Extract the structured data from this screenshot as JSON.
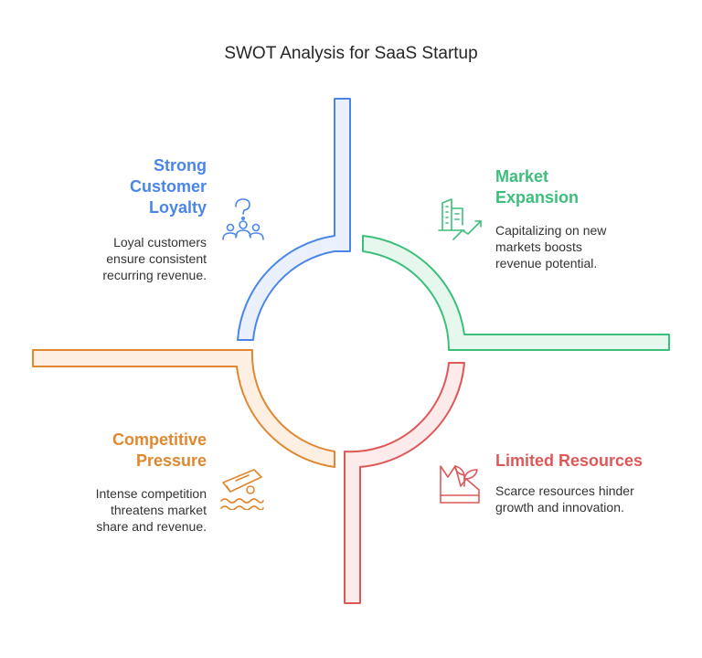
{
  "title": "SWOT Analysis for SaaS Startup",
  "quadrants": [
    {
      "key": "strengths",
      "title": [
        "Strong",
        "Customer",
        "Loyalty"
      ],
      "description": [
        "Loyal customers",
        "ensure consistent",
        "recurring revenue."
      ],
      "color": "#4a86e8",
      "fill": "#eaf1fc",
      "icon": "customer-group-icon"
    },
    {
      "key": "opportunities",
      "title": [
        "Market",
        "Expansion"
      ],
      "description": [
        "Capitalizing on new",
        "markets boosts",
        "revenue potential."
      ],
      "color": "#3cbf7a",
      "fill": "#e6f8ee",
      "icon": "city-growth-icon"
    },
    {
      "key": "threats",
      "title": [
        "Competitive",
        "Pressure"
      ],
      "description": [
        "Intense competition",
        "threatens market",
        "share and revenue."
      ],
      "color": "#e0872f",
      "fill": "#fdf0e2",
      "icon": "sinking-boat-icon"
    },
    {
      "key": "weaknesses",
      "title": [
        "Limited Resources"
      ],
      "description": [
        "Scarce resources hinder",
        "growth and innovation."
      ],
      "color": "#df5858",
      "fill": "#fdeaea",
      "icon": "wilting-plant-icon"
    }
  ]
}
